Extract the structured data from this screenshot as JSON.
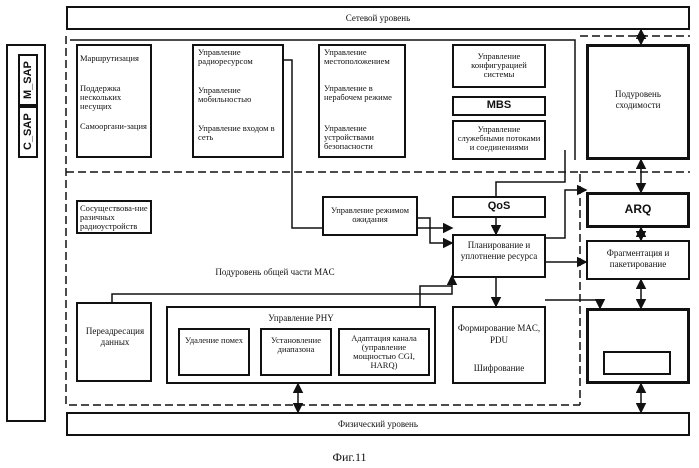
{
  "network_level": "Сетевой уровень",
  "physical_level": "Физический уровень",
  "sap": {
    "m_sap": "M_SAP",
    "c_sap": "C_SAP"
  },
  "mgmt": {
    "routing": "Маршрутизация",
    "multi_carrier": "Поддержка нескольких несущих",
    "self_org": "Самооргани-зация",
    "radio_resource": "Управление радиоресурсом",
    "mobility": "Управление мобильностью",
    "network_entry": "Управление входом в сеть",
    "location": "Управление местоположением",
    "idle_mode": "Управление в нерабочем режиме",
    "security": "Управление устройствами безопасности",
    "system_config": "Управление конфигурацией системы",
    "mbs": "MBS",
    "service_flow": "Управление служебными потоками и соединениями"
  },
  "convergence": "Подуровень сходимости",
  "coexistence": "Сосуществова-ние разичных радиоустройств",
  "sleep_mode": "Управление режимом ожидания",
  "qos": "QoS",
  "scheduling": "Планирование и уплотнение ресурса",
  "arq": "ARQ",
  "fragmentation": "Фрагментация и пакетирование",
  "mac_cps": "Подуровень общей части MAC",
  "relay": "Переадресация данных",
  "phy_control": {
    "title": "Управление PHY",
    "interference": "Удаление помех",
    "ranging": "Установление диапазона",
    "link_adapt": "Адаптация канала (управление мощностью CGI, HARQ)"
  },
  "pdu": "Формирование MAC, PDU",
  "encryption": "Шифрование",
  "figure_caption": "Фиг.11"
}
